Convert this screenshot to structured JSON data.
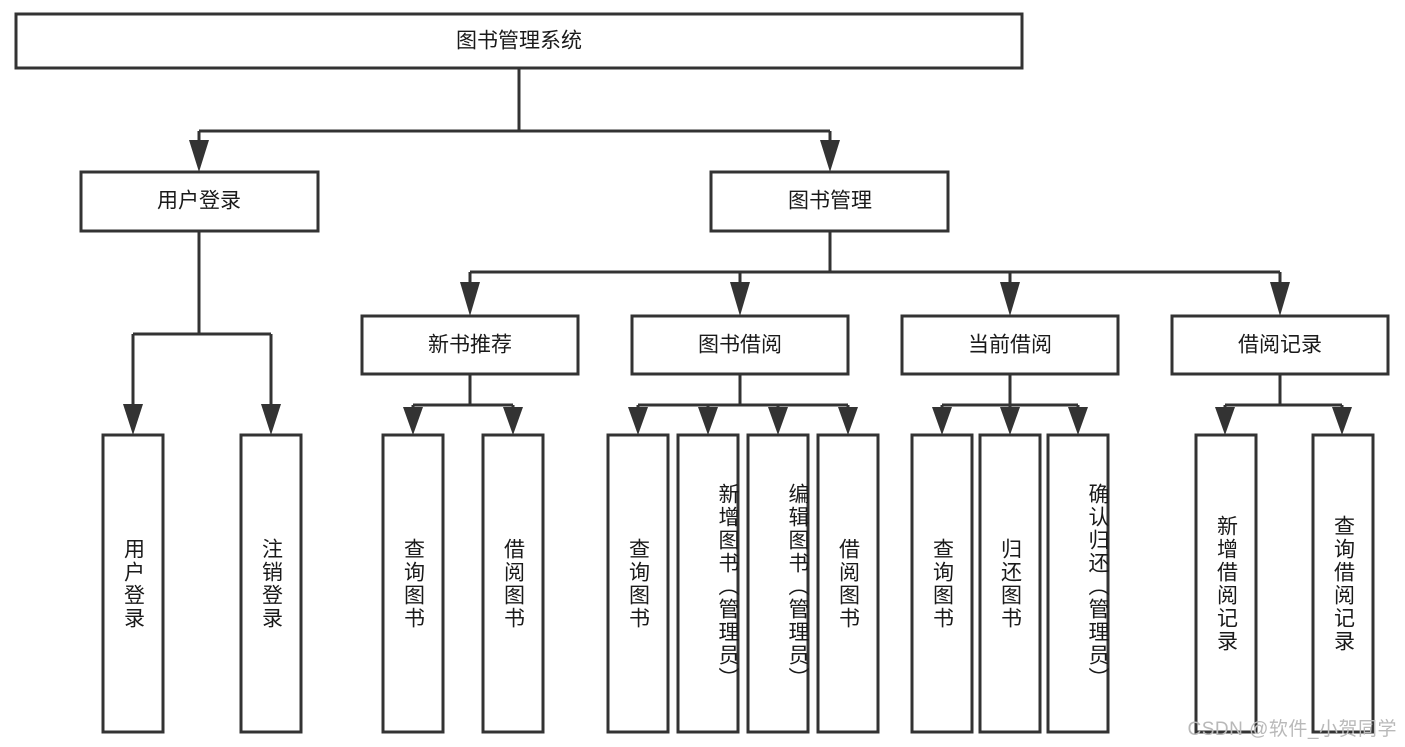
{
  "diagram": {
    "type": "tree-hierarchy",
    "title": "图书管理系统",
    "watermark": "CSDN @软件_小贺同学",
    "colors": {
      "box_stroke": "#333333",
      "box_fill": "#ffffff",
      "text": "#1a1a1a",
      "watermark": "#b9b9b9",
      "background": "#ffffff"
    },
    "root": {
      "label": "图书管理系统"
    },
    "level2": [
      {
        "label": "用户登录"
      },
      {
        "label": "图书管理"
      }
    ],
    "level3": [
      {
        "label": "新书推荐"
      },
      {
        "label": "图书借阅"
      },
      {
        "label": "当前借阅"
      },
      {
        "label": "借阅记录"
      }
    ],
    "leaves": {
      "user_login": [
        {
          "label": "用户登录"
        },
        {
          "label": "注销登录"
        }
      ],
      "new_book_recommend": [
        {
          "label": "查询图书"
        },
        {
          "label": "借阅图书"
        }
      ],
      "book_borrow": [
        {
          "label": "查询图书"
        },
        {
          "label": "新增图书（管理员）"
        },
        {
          "label": "编辑图书（管理员）"
        },
        {
          "label": "借阅图书"
        }
      ],
      "current_borrow": [
        {
          "label": "查询图书"
        },
        {
          "label": "归还图书"
        },
        {
          "label": "确认归还（管理员）"
        }
      ],
      "borrow_records": [
        {
          "label": "新增借阅记录"
        },
        {
          "label": "查询借阅记录"
        }
      ]
    }
  }
}
